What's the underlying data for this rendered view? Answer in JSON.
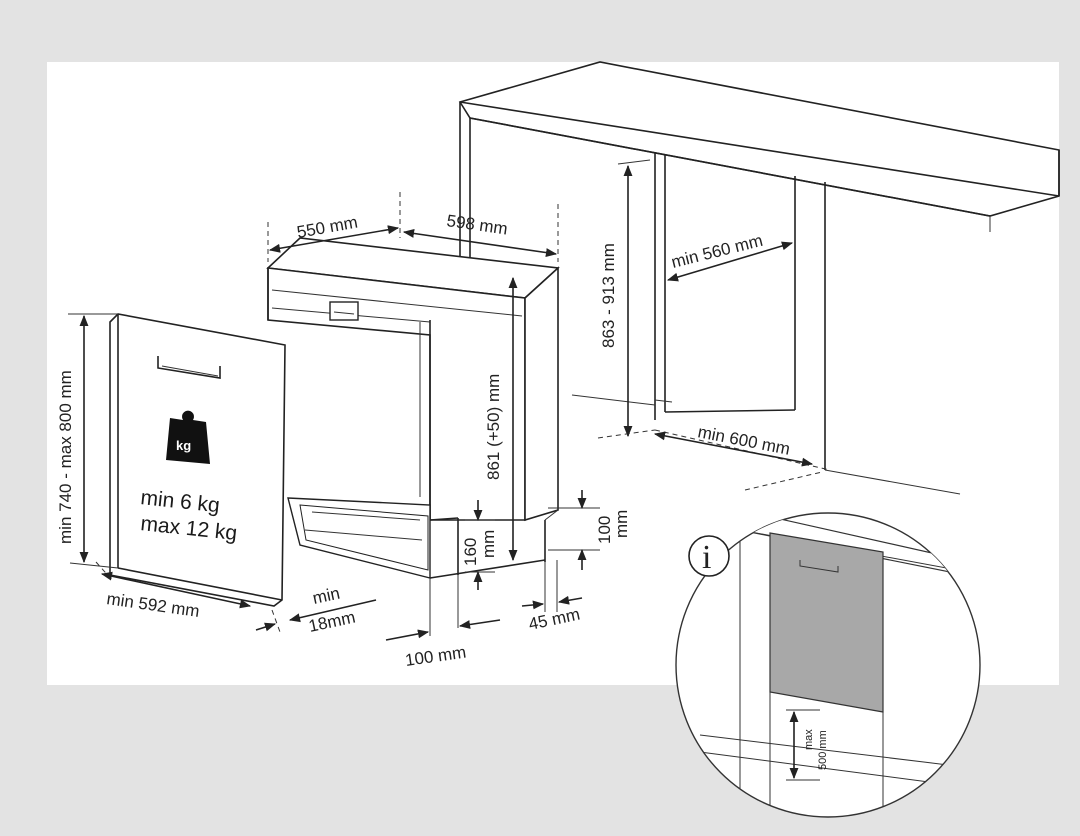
{
  "dimensions": {
    "depth": "550 mm",
    "width": "598 mm",
    "height": "861 (+50) mm",
    "cabinet_height": "863 - 913 mm",
    "niche_width": "min 560 mm",
    "niche_depth": "min 600 mm",
    "door_height": "min 740 - max 800 mm",
    "door_width": "min 592 mm",
    "door_gap_min": "min",
    "door_gap_value": "18mm",
    "plinth_height_a": "160",
    "plinth_height_b": "mm",
    "plinth_depth": "100 mm",
    "side_a": "100",
    "side_b": "mm",
    "side_gap": "45 mm"
  },
  "door_weight": {
    "icon_label": "kg",
    "min": "min  6 kg",
    "max": "max 12 kg"
  },
  "detail": {
    "info_symbol": "i",
    "max_a": "max",
    "max_b": "500 mm"
  }
}
